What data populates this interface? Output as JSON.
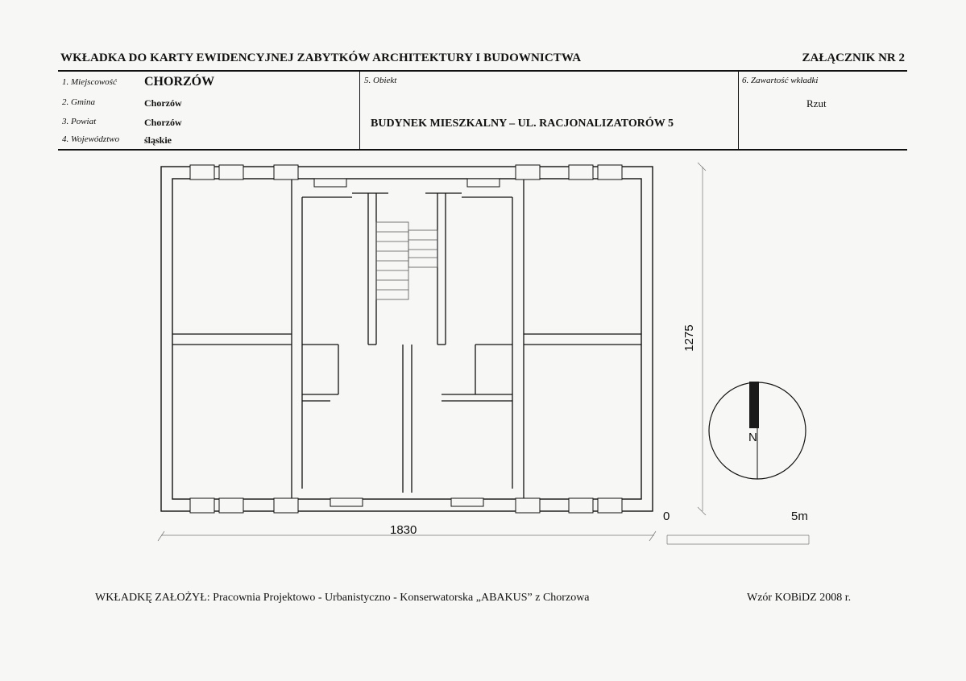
{
  "header": {
    "title": "WKŁADKA DO KARTY EWIDENCYJNEJ ZABYTKÓW ARCHITEKTURY I BUDOWNICTWA",
    "annex": "ZAŁĄCZNIK NR 2"
  },
  "fields": {
    "miejscowosc_label": "1. Miejscowość",
    "miejscowosc_value": "CHORZÓW",
    "gmina_label": "2. Gmina",
    "gmina_value": "Chorzów",
    "powiat_label": "3. Powiat",
    "powiat_value": "Chorzów",
    "wojewodztwo_label": "4. Województwo",
    "wojewodztwo_value": "śląskie",
    "obiekt_label": "5. Obiekt",
    "obiekt_value": "BUDYNEK MIESZKALNY – UL. RACJONALIZATORÓW 5",
    "zawartosc_label": "6. Zawartość wkładki",
    "zawartosc_value": "Rzut"
  },
  "drawing": {
    "width_dim": "1830",
    "height_dim": "1275",
    "north_label": "N",
    "scale_zero": "0",
    "scale_end": "5m"
  },
  "footer": {
    "author": "WKŁADKĘ ZAŁOŻYŁ: Pracownia Projektowo - Urbanistyczno - Konserwatorska „ABAKUS” z Chorzowa",
    "template": "Wzór KOBiDZ 2008 r."
  }
}
